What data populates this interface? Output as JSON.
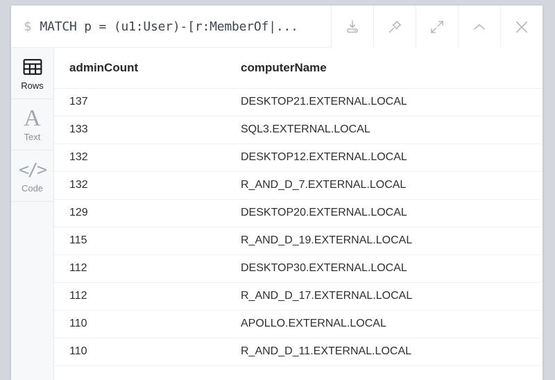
{
  "query_bar": {
    "prompt_symbol": "$",
    "query": "MATCH p = (u1:User)-[r:MemberOf|...",
    "buttons": [
      {
        "name": "download-icon",
        "label": "Download"
      },
      {
        "name": "pin-icon",
        "label": "Pin"
      },
      {
        "name": "expand-icon",
        "label": "Expand"
      },
      {
        "name": "chevron-up-icon",
        "label": "Collapse"
      },
      {
        "name": "close-icon",
        "label": "Close"
      }
    ]
  },
  "sidebar": {
    "items": [
      {
        "label": "Rows",
        "icon": "table-grid-icon",
        "active": true
      },
      {
        "label": "Text",
        "icon": "serif-a-icon",
        "active": false
      },
      {
        "label": "Code",
        "icon": "angle-brackets-icon",
        "active": false
      }
    ]
  },
  "table": {
    "columns": [
      "adminCount",
      "computerName"
    ],
    "rows": [
      [
        "137",
        "DESKTOP21.EXTERNAL.LOCAL"
      ],
      [
        "133",
        "SQL3.EXTERNAL.LOCAL"
      ],
      [
        "132",
        "DESKTOP12.EXTERNAL.LOCAL"
      ],
      [
        "132",
        "R_AND_D_7.EXTERNAL.LOCAL"
      ],
      [
        "129",
        "DESKTOP20.EXTERNAL.LOCAL"
      ],
      [
        "115",
        "R_AND_D_19.EXTERNAL.LOCAL"
      ],
      [
        "112",
        "DESKTOP30.EXTERNAL.LOCAL"
      ],
      [
        "112",
        "R_AND_D_17.EXTERNAL.LOCAL"
      ],
      [
        "110",
        "APOLLO.EXTERNAL.LOCAL"
      ],
      [
        "110",
        "R_AND_D_11.EXTERNAL.LOCAL"
      ]
    ]
  },
  "colors": {
    "page_background": "#d3d7dd",
    "card_background": "#ffffff",
    "sidebar_background": "#f7f8f9",
    "text_primary": "#2c2f35",
    "text_muted": "#8b9099",
    "icon_muted": "#a9aeb6",
    "border": "#eceef1"
  }
}
